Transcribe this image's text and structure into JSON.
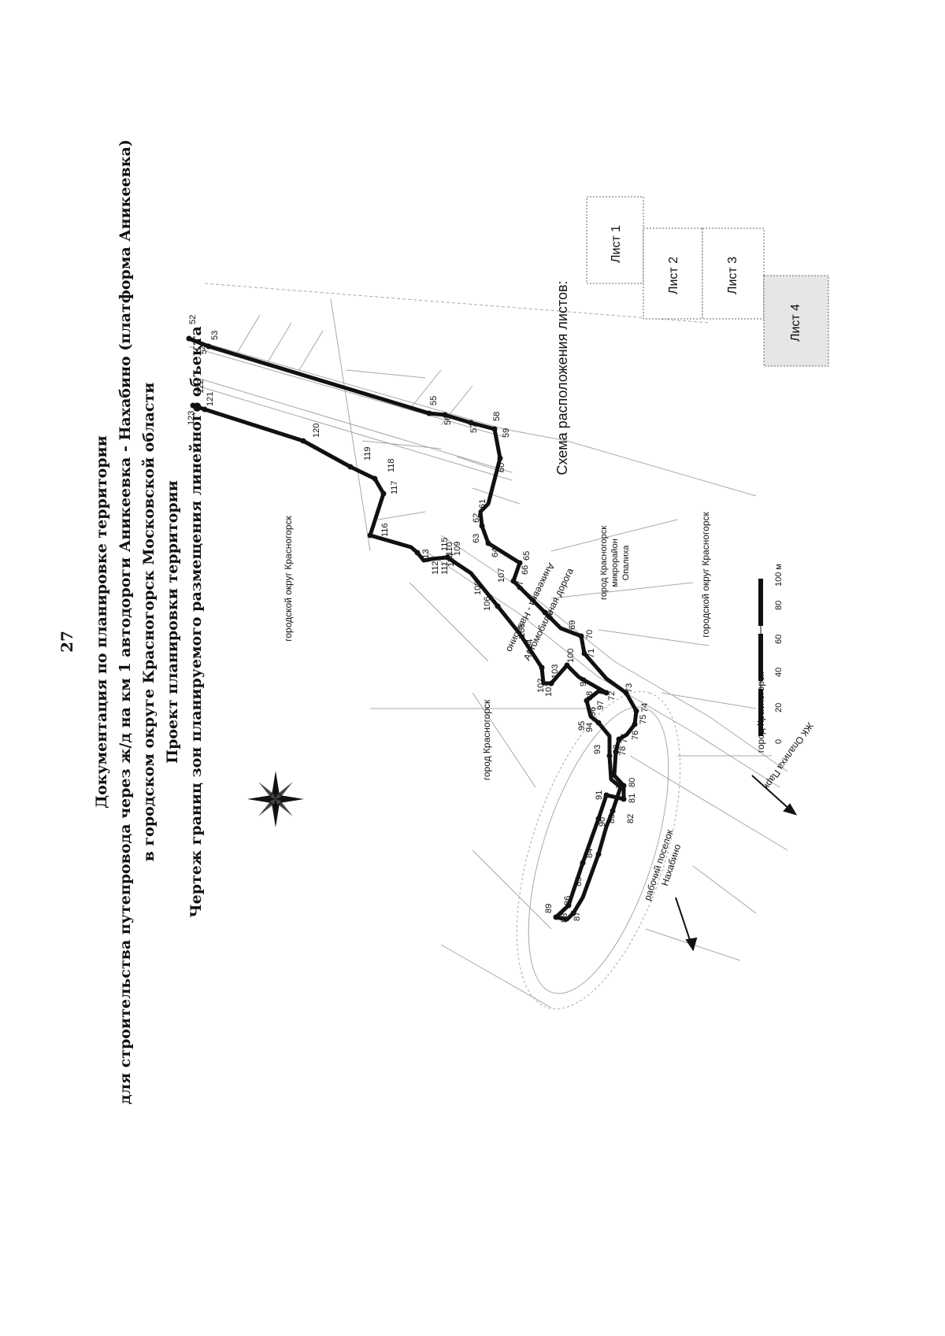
{
  "page_number": "27",
  "title_lines": [
    "Документация по планировке территории",
    "для строительства путепровода через ж/д на км 1 автодороги Аникеевка - Нахабино (платформа Аникеевка)",
    "в городском округе Красногорск Московской области",
    "Проект планировки территории",
    "Чертеж границ зон планируемого размещения линейного объекта"
  ],
  "labels": {
    "district_top": "городской округ Красногорск",
    "city_left": "город Красногорск",
    "road": "Автомобильная дорога",
    "road_name": "Аникеевка - Нахабино",
    "microdistrict_1": "город Красногорск",
    "microdistrict_2": "микрорайон",
    "microdistrict_3": "Опалиха",
    "district_right": "городской округ Красногорск",
    "city_right": "город Красногорск",
    "settlement_1": "рабочий поселок",
    "settlement_2": "Нахабино",
    "rail": "ЖК Опалиха Парк"
  },
  "scale": {
    "ticks": [
      "0",
      "20",
      "40",
      "60",
      "80",
      "100 м"
    ]
  },
  "sheet_scheme": {
    "title": "Схема расположения листов:",
    "sheets": [
      "Лист 1",
      "Лист 2",
      "Лист 3",
      "Лист 4"
    ]
  },
  "colors": {
    "boundary": "#111111",
    "background_lines": "#a8a8a8",
    "sheet4_fill": "#e6e6e6"
  },
  "icons": {
    "compass": "compass-rose-icon",
    "arrow": "direction-arrow-icon"
  },
  "boundary_points": {
    "upper_left": [
      "123",
      "122",
      "121",
      "120",
      "119",
      "118",
      "117",
      "116",
      "115",
      "114",
      "113",
      "112",
      "111",
      "110",
      "109",
      "108",
      "107",
      "106",
      "105",
      "104",
      "103",
      "102",
      "101",
      "100",
      "99",
      "98",
      "97",
      "96",
      "95",
      "94",
      "93",
      "92",
      "91",
      "90",
      "89",
      "88",
      "87",
      "86",
      "85",
      "84",
      "83",
      "82",
      "81",
      "80",
      "79",
      "78",
      "77",
      "76",
      "75",
      "74",
      "73",
      "72",
      "71",
      "70",
      "69",
      "68",
      "67",
      "66",
      "65",
      "64",
      "63",
      "62",
      "61",
      "60",
      "59",
      "58",
      "57",
      "56",
      "55",
      "54",
      "53",
      "52"
    ]
  }
}
